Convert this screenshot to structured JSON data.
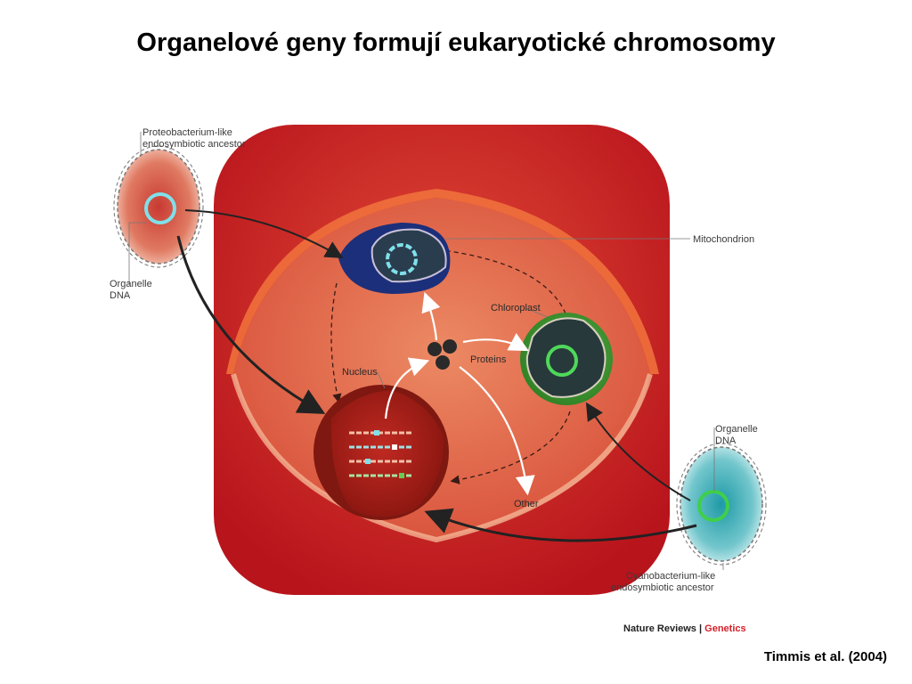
{
  "slide": {
    "title": "Organelové geny formují eukaryotické chromosomy",
    "citation": "Timmis et al. (2004)"
  },
  "figure": {
    "labels": {
      "proteobacterium_line1": "Proteobacterium-like",
      "proteobacterium_line2": "endosymbiotic ancestor",
      "organelle_dna_left_line1": "Organelle",
      "organelle_dna_left_line2": "DNA",
      "mitochondrion": "Mitochondrion",
      "chloroplast": "Chloroplast",
      "proteins": "Proteins",
      "nucleus": "Nucleus",
      "other": "Other",
      "organelle_dna_right_line1": "Organelle",
      "organelle_dna_right_line2": "DNA",
      "cyanobacterium_line1": "Cyanobacterium-like",
      "cyanobacterium_line2": "endosymbiotic ancestor"
    },
    "credit": {
      "journal": "Nature Reviews",
      "separator": " | ",
      "section": "Genetics"
    },
    "colors": {
      "cell_wall": "#c41820",
      "cytoplasm": "#e0573e",
      "mitochondrion": "#1c2f7a",
      "chloroplast": "#3e9a2e",
      "nucleus": "#a81e1a",
      "proteobacterium": "#d9483a",
      "cyanobacterium": "#3fb0b8"
    }
  }
}
